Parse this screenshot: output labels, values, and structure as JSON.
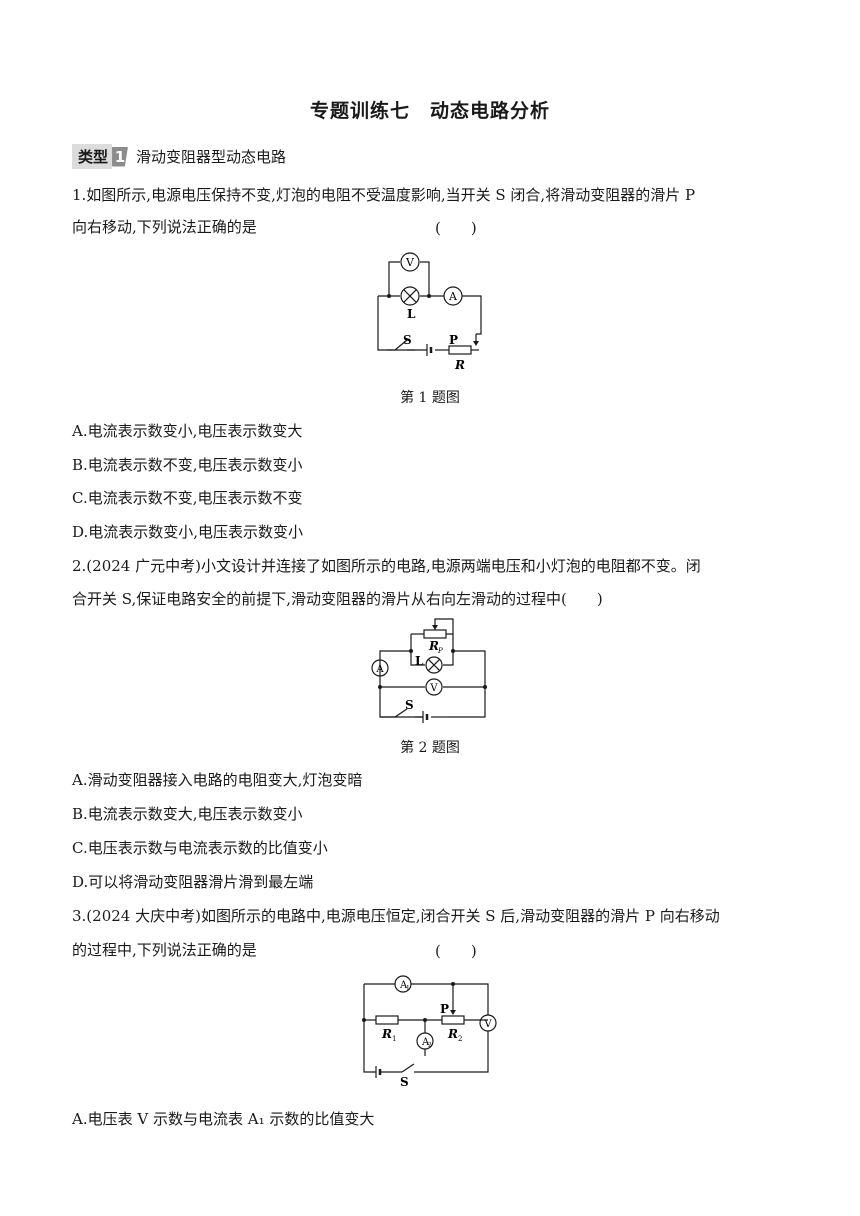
{
  "title": "专题训练七　动态电路分析",
  "section": {
    "tag": "类型",
    "num": "1",
    "name": "滑动变阻器型动态电路"
  },
  "q1": {
    "line1": "1.如图所示,电源电压保持不变,灯泡的电阻不受温度影响,当开关 S 闭合,将滑动变阻器的滑片 P",
    "line2": "向右移动,下列说法正确的是",
    "paren": "(　　)",
    "caption": "第 1 题图",
    "figure": {
      "voltmeter": "V",
      "ammeter": "A",
      "lamp": "L",
      "switch": "S",
      "slider": "P",
      "rheostat": "R"
    },
    "options": [
      "A.电流表示数变小,电压表示数变大",
      "B.电流表示数不变,电压表示数变小",
      "C.电流表示数不变,电压表示数不变",
      "D.电流表示数变小,电压表示数变小"
    ]
  },
  "q2": {
    "line1": "2.(2024 广元中考)小文设计并连接了如图所示的电路,电源两端电压和小灯泡的电阻都不变。闭",
    "line2": "合开关 S,保证电路安全的前提下,滑动变阻器的滑片从右向左滑动的过程中(　　)",
    "caption": "第 2 题图",
    "figure": {
      "rheostat": "R",
      "rheostat_sub": "P",
      "lamp": "L",
      "ammeter": "A",
      "voltmeter": "V",
      "switch": "S"
    },
    "options": [
      "A.滑动变阻器接入电路的电阻变大,灯泡变暗",
      "B.电流表示数变大,电压表示数变小",
      "C.电压表示数与电流表示数的比值变小",
      "D.可以将滑动变阻器滑片滑到最左端"
    ]
  },
  "q3": {
    "line1": "3.(2024 大庆中考)如图所示的电路中,电源电压恒定,闭合开关 S 后,滑动变阻器的滑片 P 向右移动",
    "line2": "的过程中,下列说法正确的是",
    "paren": "(　　)",
    "figure": {
      "a1": "A",
      "a1_sub": "1",
      "a2": "A",
      "a2_sub": "2",
      "slider": "P",
      "r1": "R",
      "r1_sub": "1",
      "r2": "R",
      "r2_sub": "2",
      "voltmeter": "V",
      "switch": "S"
    },
    "options": [
      "A.电压表 V 示数与电流表 A₁ 示数的比值变大"
    ]
  }
}
